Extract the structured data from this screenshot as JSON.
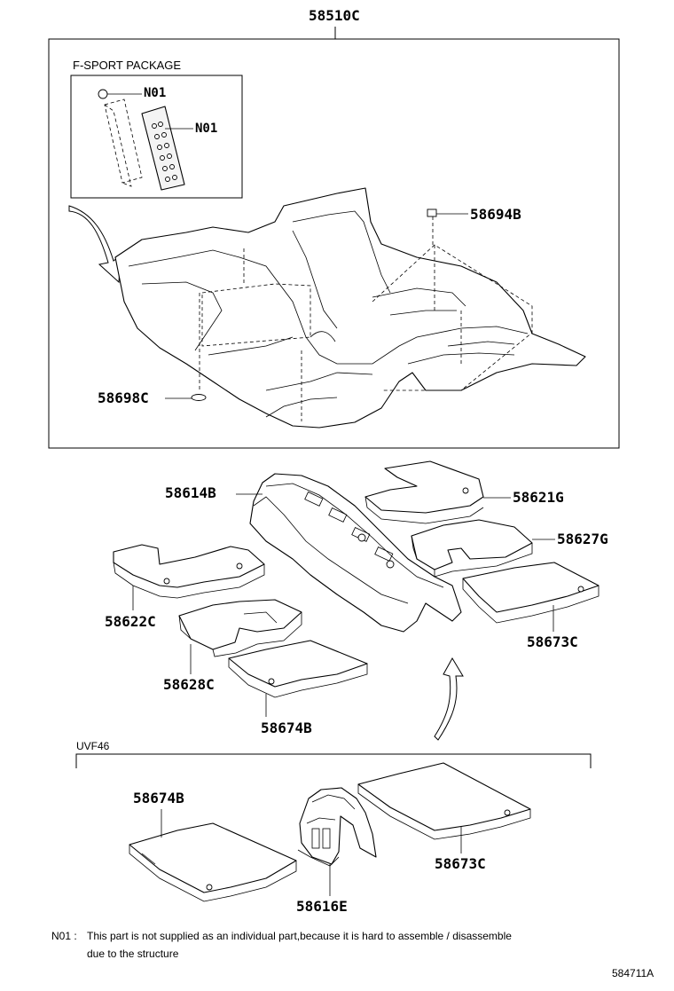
{
  "labels": {
    "carpet_assy": "58510C",
    "f_sport_package": "F-SPORT PACKAGE",
    "n01_bolt": "N01",
    "n01_plate": "N01",
    "clip_58694b": "58694B",
    "clip_58698c": "58698C",
    "silencer_58614b": "58614B",
    "pad_58621g": "58621G",
    "pad_58627g": "58627G",
    "pad_58622c": "58622C",
    "pad_58673c_upper": "58673C",
    "pad_58628c": "58628C",
    "pad_58674b_upper": "58674B",
    "uvf46": "UVF46",
    "pad_58674b_lower": "58674B",
    "pad_58673c_lower": "58673C",
    "pad_58616e": "58616E"
  },
  "note": {
    "prefix": "N01 :",
    "line1": "This part is not supplied as an individual part,because it is hard to assemble / disassemble",
    "line2": "due to the structure"
  },
  "diagram_id": "584711A"
}
